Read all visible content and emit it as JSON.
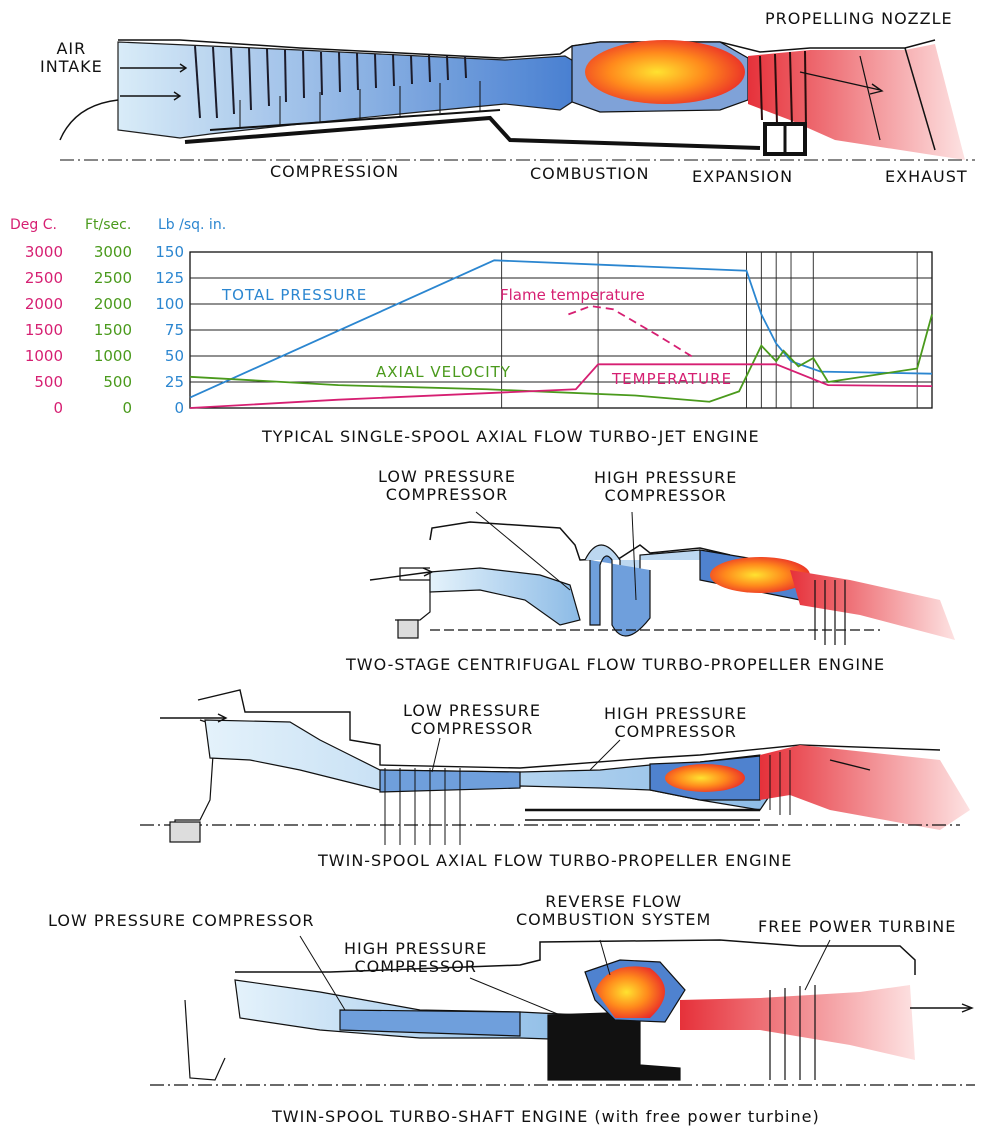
{
  "engine1": {
    "labels": {
      "air_intake": "AIR\nINTAKE",
      "propelling_nozzle": "PROPELLING NOZZLE",
      "compression": "COMPRESSION",
      "combustion": "COMBUSTION",
      "expansion": "EXPANSION",
      "exhaust": "EXHAUST"
    },
    "caption": "TYPICAL SINGLE-SPOOL AXIAL FLOW TURBO-JET ENGINE"
  },
  "chart_data": {
    "type": "line",
    "axes": {
      "deg_c": {
        "title": "Deg C.",
        "color": "#d61f72",
        "ticks": [
          "3000",
          "2500",
          "2000",
          "1500",
          "1000",
          "500",
          "0"
        ]
      },
      "ft_sec": {
        "title": "Ft/sec.",
        "color": "#4a9a1c",
        "ticks": [
          "3000",
          "2500",
          "2000",
          "1500",
          "1000",
          "500",
          "0"
        ]
      },
      "lb_sq_in": {
        "title": "Lb /sq. in.",
        "color": "#2b86d0",
        "ticks": [
          "150",
          "125",
          "100",
          "75",
          "50",
          "25",
          "0"
        ]
      }
    },
    "ylim": [
      0,
      150
    ],
    "xlim": [
      0,
      100
    ],
    "grid": true,
    "series": [
      {
        "name": "TOTAL PRESSURE",
        "color": "#2b86d0",
        "axis": "lb_sq_in",
        "points": [
          [
            0,
            10
          ],
          [
            41,
            142
          ],
          [
            75,
            132
          ],
          [
            77,
            90
          ],
          [
            79,
            62
          ],
          [
            81,
            45
          ],
          [
            85,
            35
          ],
          [
            100,
            33
          ]
        ]
      },
      {
        "name": "AXIAL VELOCITY",
        "color": "#4a9a1c",
        "axis": "ft_sec",
        "points": [
          [
            0,
            30
          ],
          [
            20,
            22
          ],
          [
            40,
            18
          ],
          [
            60,
            12
          ],
          [
            70,
            6
          ],
          [
            74,
            16
          ],
          [
            77,
            60
          ],
          [
            79,
            45
          ],
          [
            80,
            55
          ],
          [
            82,
            40
          ],
          [
            84,
            48
          ],
          [
            86,
            25
          ],
          [
            98,
            38
          ],
          [
            100,
            90
          ]
        ]
      },
      {
        "name": "TEMPERATURE",
        "color": "#d61f72",
        "axis": "deg_c",
        "points": [
          [
            0,
            0
          ],
          [
            20,
            8
          ],
          [
            52,
            18
          ],
          [
            55,
            42
          ],
          [
            79,
            42
          ],
          [
            86,
            22
          ],
          [
            100,
            21
          ]
        ]
      },
      {
        "name": "Flame  temperature",
        "color": "#d61f72",
        "axis": "deg_c",
        "dashed": true,
        "points": [
          [
            51,
            90
          ],
          [
            54,
            98
          ],
          [
            57,
            95
          ],
          [
            63,
            70
          ],
          [
            68,
            48
          ]
        ]
      }
    ]
  },
  "engine2": {
    "labels": {
      "lp": "LOW PRESSURE\nCOMPRESSOR",
      "hp": "HIGH PRESSURE\nCOMPRESSOR"
    },
    "caption": "TWO-STAGE CENTRIFUGAL FLOW TURBO-PROPELLER ENGINE"
  },
  "engine3": {
    "labels": {
      "lp": "LOW PRESSURE\nCOMPRESSOR",
      "hp": "HIGH PRESSURE\nCOMPRESSOR"
    },
    "caption": "TWIN-SPOOL AXIAL FLOW TURBO-PROPELLER ENGINE"
  },
  "engine4": {
    "labels": {
      "lp": "LOW PRESSURE COMPRESSOR",
      "hp": "HIGH PRESSURE\nCOMPRESSOR",
      "reverse": "REVERSE FLOW\nCOMBUSTION SYSTEM",
      "fpt": "FREE POWER TURBINE"
    },
    "caption": "TWIN-SPOOL TURBO-SHAFT ENGINE (with free power turbine)"
  }
}
